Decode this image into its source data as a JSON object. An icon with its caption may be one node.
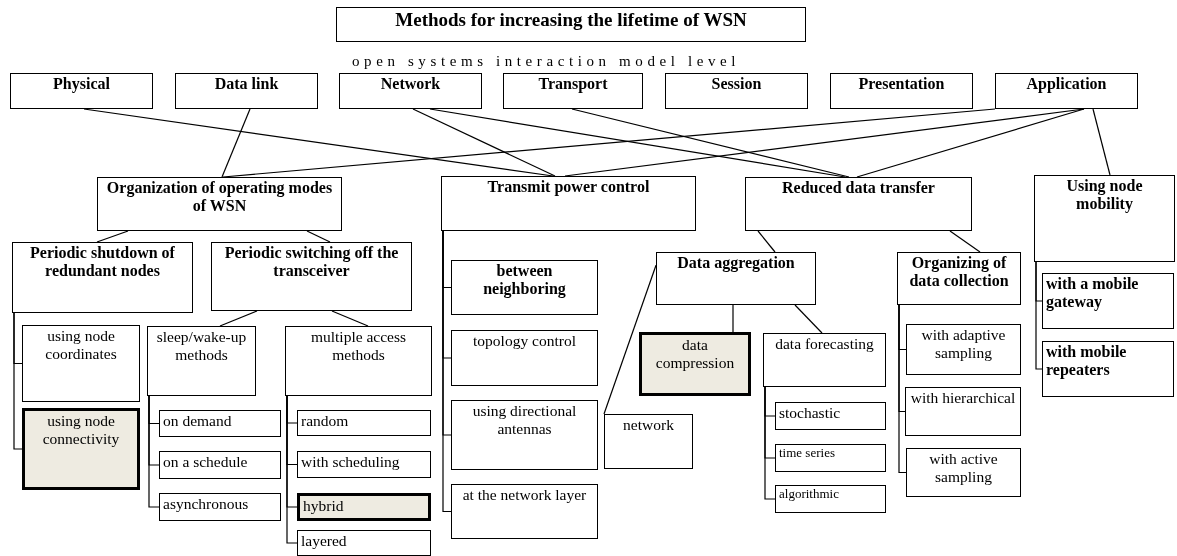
{
  "diagram": {
    "nodes": [
      {
        "text": [
          "Methods for increasing the lifetime of WSN"
        ]
      },
      {
        "text": [
          "Physical"
        ]
      },
      {
        "text": [
          "Data link"
        ]
      },
      {
        "text": [
          "Network"
        ]
      },
      {
        "text": [
          "Transport"
        ]
      },
      {
        "text": [
          "Session"
        ]
      },
      {
        "text": [
          "Presentation"
        ]
      },
      {
        "text": [
          "Application"
        ]
      },
      {
        "text": [
          "Organization of operating modes of WSN"
        ]
      },
      {
        "text": [
          "Transmit power control"
        ]
      },
      {
        "text": [
          "Reduced data transfer"
        ]
      },
      {
        "text": [
          "Using node mobility"
        ]
      },
      {
        "text": [
          "Periodic shutdown of redundant nodes"
        ]
      },
      {
        "text": [
          "Periodic switching off the transceiver"
        ]
      },
      {
        "text": [
          "between neighboring"
        ]
      },
      {
        "text": [
          "Data aggregation"
        ]
      },
      {
        "text": [
          "Organizing of data collection"
        ]
      },
      {
        "text": [
          "with a mobile gateway"
        ]
      },
      {
        "text": [
          "using node coordinates"
        ]
      },
      {
        "text": [
          "sleep/wake-up methods"
        ]
      },
      {
        "text": [
          "multiple access methods"
        ]
      },
      {
        "text": [
          "topology control"
        ]
      },
      {
        "text": [
          "data compression"
        ]
      },
      {
        "text": [
          "data forecasting"
        ]
      },
      {
        "text": [
          "with adaptive sampling"
        ]
      },
      {
        "text": [
          "with mobile repeaters"
        ]
      },
      {
        "text": [
          "using node connectivity"
        ]
      },
      {
        "text": [
          "on demand"
        ]
      },
      {
        "text": [
          "random"
        ]
      },
      {
        "text": [
          "using directional antennas"
        ]
      },
      {
        "text": [
          "network"
        ]
      },
      {
        "text": [
          "stochastic"
        ]
      },
      {
        "text": [
          "with hierarchical"
        ]
      },
      {
        "text": [
          "on a schedule"
        ]
      },
      {
        "text": [
          "with scheduling"
        ]
      },
      {
        "text": [
          "time series"
        ]
      },
      {
        "text": [
          "asynchronous"
        ]
      },
      {
        "text": [
          "hybrid"
        ]
      },
      {
        "text": [
          "at the network layer"
        ]
      },
      {
        "text": [
          "algorithmic"
        ]
      },
      {
        "text": [
          "with active sampling"
        ]
      },
      {
        "text": [
          "layered"
        ]
      }
    ],
    "edges": [
      {
        "from": 1,
        "to": 9,
        "arrow": "none"
      },
      {
        "from": 2,
        "to": 8,
        "arrow": "none"
      },
      {
        "from": 3,
        "to": 9,
        "arrow": "none"
      },
      {
        "from": 3,
        "to": 10,
        "arrow": "none"
      },
      {
        "from": 4,
        "to": 10,
        "arrow": "none"
      },
      {
        "from": 7,
        "to": 8,
        "arrow": "none"
      },
      {
        "from": 7,
        "to": 9,
        "arrow": "none"
      },
      {
        "from": 7,
        "to": 10,
        "arrow": "none"
      },
      {
        "from": 7,
        "to": 11,
        "arrow": "none"
      },
      {
        "from": 8,
        "to": 12,
        "arrow": "none"
      },
      {
        "from": 8,
        "to": 13,
        "arrow": "none"
      },
      {
        "from": 12,
        "to": 18,
        "arrow": "none"
      },
      {
        "from": 12,
        "to": 26,
        "arrow": "none"
      },
      {
        "from": 13,
        "to": 19,
        "arrow": "none"
      },
      {
        "from": 13,
        "to": 20,
        "arrow": "none"
      },
      {
        "from": 19,
        "to": 27,
        "arrow": "none"
      },
      {
        "from": 19,
        "to": 33,
        "arrow": "none"
      },
      {
        "from": 19,
        "to": 36,
        "arrow": "none"
      },
      {
        "from": 20,
        "to": 28,
        "arrow": "none"
      },
      {
        "from": 20,
        "to": 34,
        "arrow": "none"
      },
      {
        "from": 20,
        "to": 37,
        "arrow": "none"
      },
      {
        "from": 20,
        "to": 41,
        "arrow": "none"
      },
      {
        "from": 9,
        "to": 14,
        "arrow": "none"
      },
      {
        "from": 9,
        "to": 21,
        "arrow": "none"
      },
      {
        "from": 9,
        "to": 29,
        "arrow": "none"
      },
      {
        "from": 9,
        "to": 38,
        "arrow": "none"
      },
      {
        "from": 10,
        "to": 15,
        "arrow": "none"
      },
      {
        "from": 10,
        "to": 16,
        "arrow": "none"
      },
      {
        "from": 15,
        "to": 30,
        "arrow": "none"
      },
      {
        "from": 15,
        "to": 22,
        "arrow": "none"
      },
      {
        "from": 15,
        "to": 23,
        "arrow": "none"
      },
      {
        "from": 23,
        "to": 31,
        "arrow": "none"
      },
      {
        "from": 23,
        "to": 35,
        "arrow": "none"
      },
      {
        "from": 23,
        "to": 39,
        "arrow": "none"
      },
      {
        "from": 16,
        "to": 24,
        "arrow": "none"
      },
      {
        "from": 16,
        "to": 32,
        "arrow": "none"
      },
      {
        "from": 16,
        "to": 40,
        "arrow": "none"
      },
      {
        "from": 11,
        "to": 17,
        "arrow": "none"
      },
      {
        "from": 11,
        "to": 25,
        "arrow": "none"
      }
    ],
    "labels": [
      "open systems interaction model level"
    ]
  }
}
